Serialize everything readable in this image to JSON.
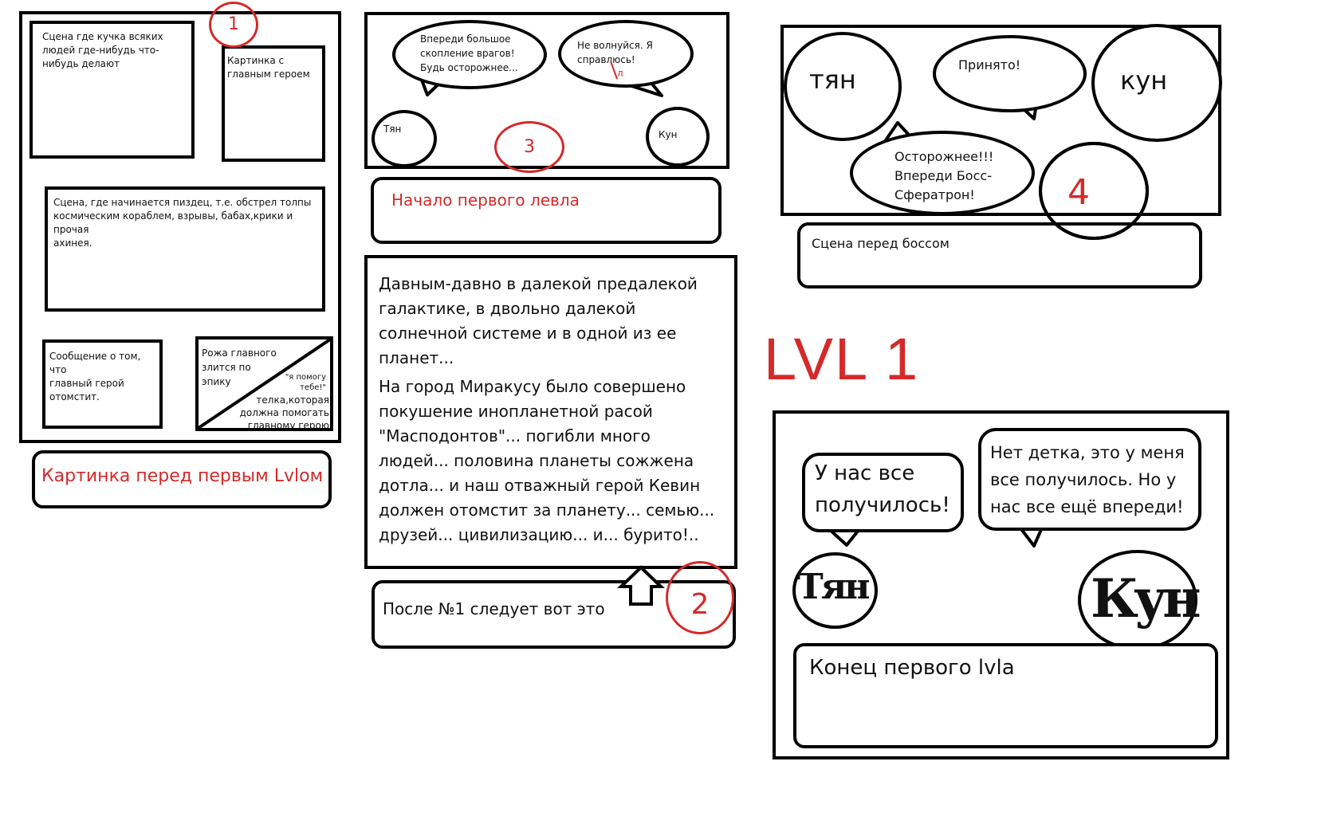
{
  "panel1": {
    "marker": "1",
    "scene_crowd": "Сцена где кучка всяких\nлюдей где-нибудь что-\nнибудь делают",
    "hero_picture": "Картинка с\nглавным героем",
    "scene_attack": "Сцена, где начинается пиздец, т.е. обстрел толпы\nкосмическим кораблем, взрывы, бабах,крики и прочая\nахинея.",
    "revenge_message": "Сообщение о том, что\nглавный герой\nотомстит.",
    "face_text_top": "Рожа главного\n  злится по\n  эпику",
    "face_quote": "\"я помогу\nтебе!\"",
    "face_text_bottom": "телка,которая\nдолжна помогать\nглавному герою",
    "caption": "Картинка перед первым Lvlом"
  },
  "panel2": {
    "marker": "2",
    "story": "Давным-давно в далекой предалекой галактике, в двольно далекой солнечной системе и в одной из ее планет...",
    "story2": "На город Миракусу было совершено покушение инопланетной расой \"Масподонтов\"... погибли много людей... половина планеты сожжена дотла... и наш отважный герой Кевин должен отомстит за планету... семью... друзей... цивилизацию... и... бурито!..",
    "caption": "После №1 следует вот это"
  },
  "panel3": {
    "marker": "3",
    "bubble_left": "Впереди большое\nскопление врагов!\nБудь осторожнее...",
    "bubble_right": "Не волнуйся. Я\nсправлюсь!",
    "correction": "л",
    "char_left": "Тян",
    "char_right": "Кун",
    "caption": "Начало первого левла"
  },
  "panel4": {
    "marker": "4",
    "char_left": "тян",
    "char_right": "кун",
    "bubble_top": "Принято!",
    "bubble_bottom": "Осторожнее!!!\nВпереди Босс-\nСфератрон!",
    "caption": "Сцена перед боссом"
  },
  "title": "LVL 1",
  "panel5": {
    "bubble_left": "У нас все\nполучилось!",
    "bubble_right": "Нет детка, это у меня\nвсе получилось. Но у\nнас все ещё впереди!",
    "char_left": "Тян",
    "char_right": "Кун",
    "caption": "Конец первого lvla"
  },
  "colors": {
    "ink": "#000000",
    "accent_red": "#d42a2a"
  }
}
